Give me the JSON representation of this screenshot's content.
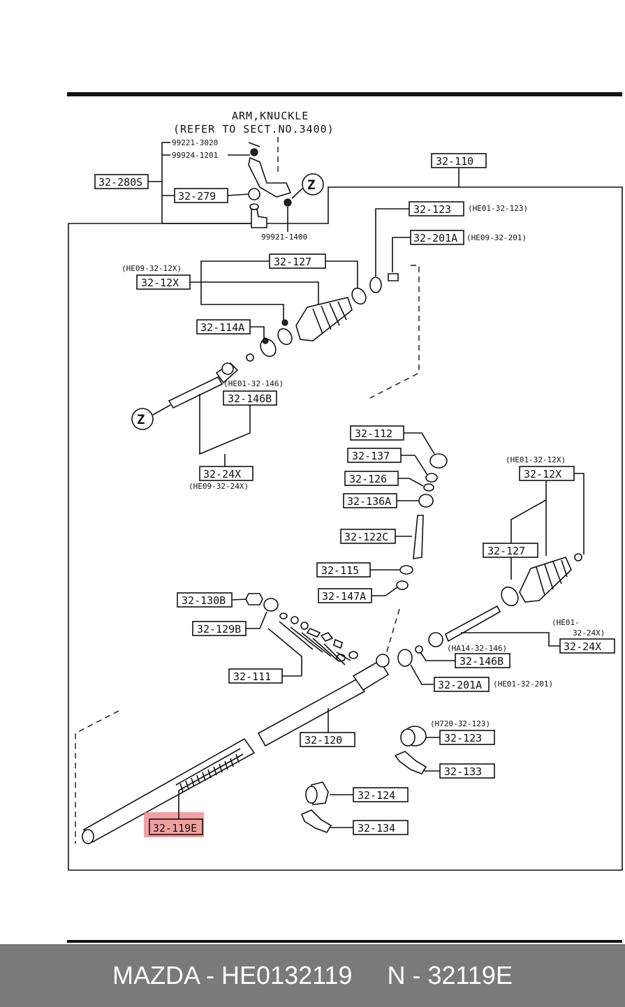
{
  "header": {
    "line1": "ARM,KNUCKLE",
    "line2": "(REFER TO SECT.NO.3400)"
  },
  "parts": {
    "p_99221_3020": "99221-3020",
    "p_99924_1201": "99924-1201",
    "p_32_280S": "32-280S",
    "p_32_279": "32-279",
    "p_99921_1400": "99921-1400",
    "p_32_110": "32-110",
    "p_32_123_top": "32-123",
    "p_32_123_top_ref": "(HE01-32-123)",
    "p_32_201A_top": "32-201A",
    "p_32_201A_top_ref": "(HE09-32-201)",
    "p_32_12X_left_ref": "(HE09-32-12X)",
    "p_32_127_top": "32-127",
    "p_32_12X_left": "32-12X",
    "p_32_114A": "32-114A",
    "p_32_146B_top_ref": "(HE01-32-146)",
    "p_32_146B_top": "32-146B",
    "p_32_24X_left": "32-24X",
    "p_32_24X_left_ref": "(HE09-32-24X)",
    "p_32_112": "32-112",
    "p_32_137": "32-137",
    "p_32_126": "32-126",
    "p_32_136A": "32-136A",
    "p_32_122C": "32-122C",
    "p_32_115": "32-115",
    "p_32_147A": "32-147A",
    "p_32_12X_right_ref": "(HE01-32-12X)",
    "p_32_12X_right": "32-12X",
    "p_32_127_right": "32-127",
    "p_32_24X_right_ref1": "(HE01-",
    "p_32_24X_right_ref2": "32-24X)",
    "p_32_24X_right": "32-24X",
    "p_32_146B_right_ref": "(HA14-32-146)",
    "p_32_146B_right": "32-146B",
    "p_32_201A_right": "32-201A",
    "p_32_201A_right_ref": "(HE01-32-201)",
    "p_32_130B": "32-130B",
    "p_32_129B": "32-129B",
    "p_32_111": "32-111",
    "p_32_120": "32-120",
    "p_32_123_bot_ref": "(H720-32-123)",
    "p_32_123_bot": "32-123",
    "p_32_133": "32-133",
    "p_32_124": "32-124",
    "p_32_134": "32-134",
    "p_32_119E": "32-119E",
    "z_marker": "Z"
  },
  "highlight": {
    "part": "32-119E",
    "color": "#f08080"
  },
  "footer": {
    "text": "MAZDA - HE0132119     N - 32119E"
  }
}
